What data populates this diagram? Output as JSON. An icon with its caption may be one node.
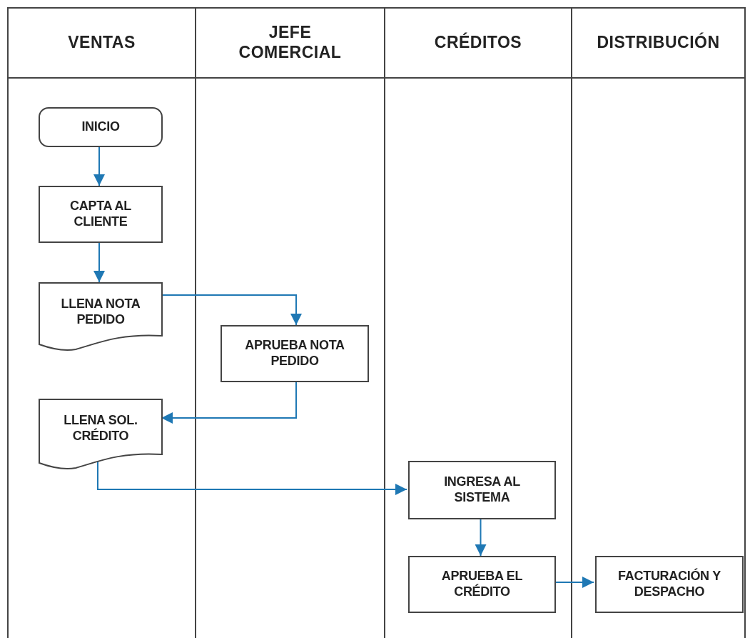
{
  "diagram": {
    "nodes": [
      {
        "text": [
          "VENTAS"
        ]
      },
      {
        "text": [
          "JEFE COMERCIAL"
        ]
      },
      {
        "text": [
          "CRÉDITOS"
        ]
      },
      {
        "text": [
          "DISTRIBUCIÓN"
        ]
      },
      {
        "text": [
          "INICIO"
        ],
        "in": 0
      },
      {
        "text": [
          "CAPTA AL CLIENTE"
        ],
        "in": 0
      },
      {
        "text": [
          "LLENA NOTA PEDIDO"
        ],
        "in": 0
      },
      {
        "text": [
          "APRUEBA NOTA PEDIDO"
        ],
        "in": 1
      },
      {
        "text": [
          "LLENA SOL. CRÉDITO"
        ],
        "in": 0
      },
      {
        "text": [
          "INGRESA AL SISTEMA"
        ],
        "in": 2
      },
      {
        "text": [
          "APRUEBA EL CRÉDITO"
        ],
        "in": 2
      },
      {
        "text": [
          "FACTURACIÓN Y DESPACHO"
        ],
        "in": 3
      }
    ],
    "edges": [
      {
        "from": 4,
        "to": 5,
        "arrow": "to"
      },
      {
        "from": 5,
        "to": 6,
        "arrow": "to"
      },
      {
        "from": 6,
        "to": 7,
        "arrow": "to"
      },
      {
        "from": 7,
        "to": 8,
        "arrow": "to"
      },
      {
        "from": 8,
        "to": 9,
        "arrow": "to"
      },
      {
        "from": 9,
        "to": 10,
        "arrow": "to"
      },
      {
        "from": 10,
        "to": 11,
        "arrow": "to"
      }
    ]
  }
}
